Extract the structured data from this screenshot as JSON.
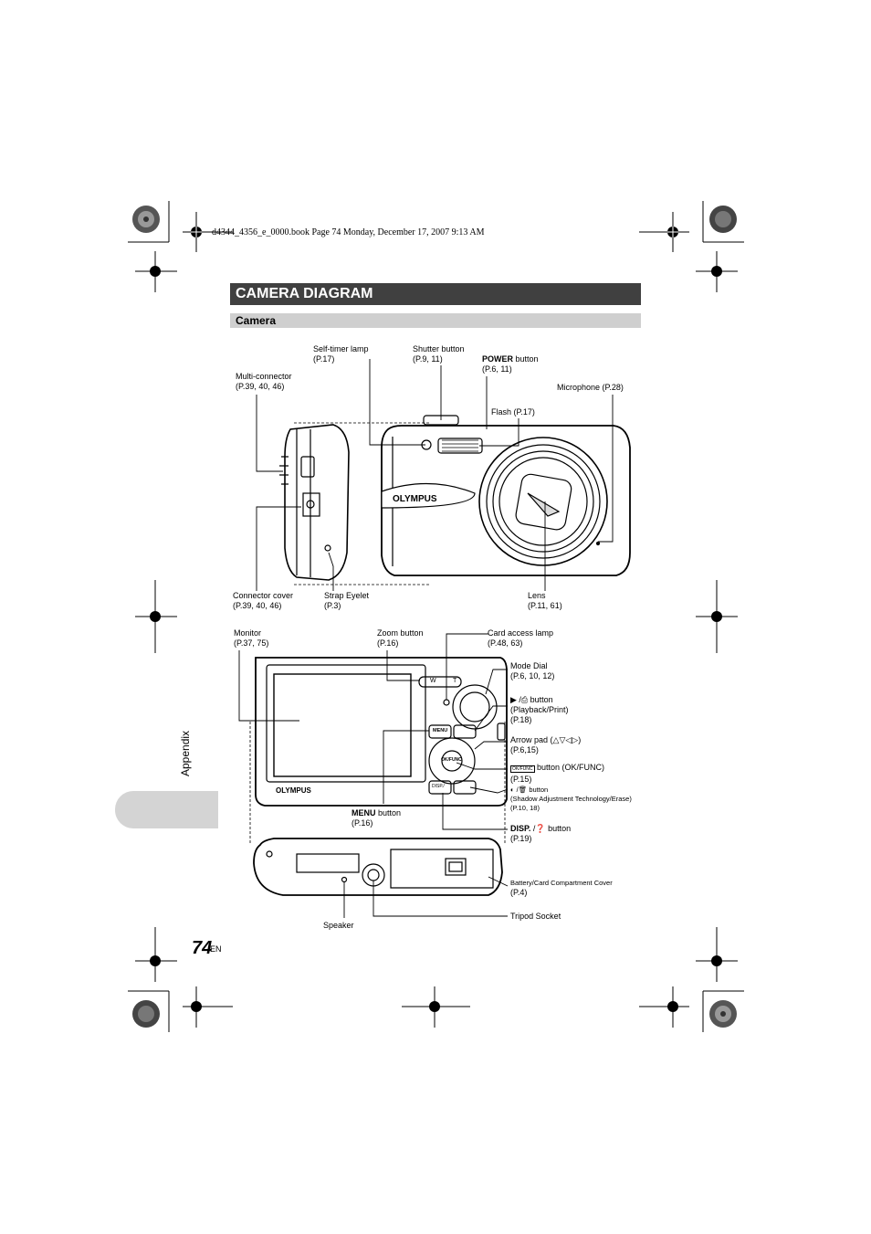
{
  "header": {
    "file_info": "d4344_4356_e_0000.book  Page 74  Monday, December 17, 2007  9:13 AM"
  },
  "section": {
    "title": "CAMERA DIAGRAM",
    "subtitle": "Camera"
  },
  "labels": {
    "self_timer": [
      "Self-timer lamp",
      "(P.17)"
    ],
    "shutter": [
      "Shutter button",
      "(P.9, 11)"
    ],
    "power_bold": "POWER",
    "power_rest": " button",
    "power_pages": "(P.6, 11)",
    "multi_connector": [
      "Multi-connector",
      "(P.39, 40, 46)"
    ],
    "microphone": "Microphone (P.28)",
    "flash": "Flash (P.17)",
    "connector_cover": [
      "Connector cover",
      "(P.39, 40, 46)"
    ],
    "strap_eyelet": [
      "Strap Eyelet",
      "(P.3)"
    ],
    "lens": [
      "Lens",
      "(P.11, 61)"
    ],
    "monitor": [
      "Monitor",
      "(P.37, 75)"
    ],
    "zoom": [
      "Zoom button",
      "(P.16)"
    ],
    "card_access": [
      "Card access lamp",
      "(P.48, 63)"
    ],
    "mode_dial": [
      "Mode Dial",
      "(P.6, 10, 12)"
    ],
    "playback": [
      " button",
      "(Playback/Print)",
      "(P.18)"
    ],
    "arrow_pad": [
      "Arrow pad (",
      ")",
      "(P.6,15)"
    ],
    "ok_func": [
      " button (OK/FUNC)",
      "(P.15)"
    ],
    "shadow": [
      " button",
      "(Shadow Adjustment Technology/Erase)",
      "(P.10, 18)"
    ],
    "menu_bold": "MENU",
    "menu_rest": " button",
    "menu_pages": "(P.16)",
    "disp_bold": "DISP.",
    "disp_rest": " button",
    "disp_pages": "(P.19)",
    "battery": [
      "Battery/Card Compartment Cover",
      "(P.4)"
    ],
    "tripod": "Tripod Socket",
    "speaker": "Speaker"
  },
  "camera_text": {
    "brand": "OLYMPUS",
    "w": "W",
    "t": "T",
    "menu": "MENU",
    "okfunc": "OK/FUNC",
    "disp": "DISP./",
    "okfunc_icon": "OK/FUNC"
  },
  "sidebar": {
    "tab_label": "Appendix"
  },
  "footer": {
    "page_number": "74",
    "lang": "EN"
  }
}
